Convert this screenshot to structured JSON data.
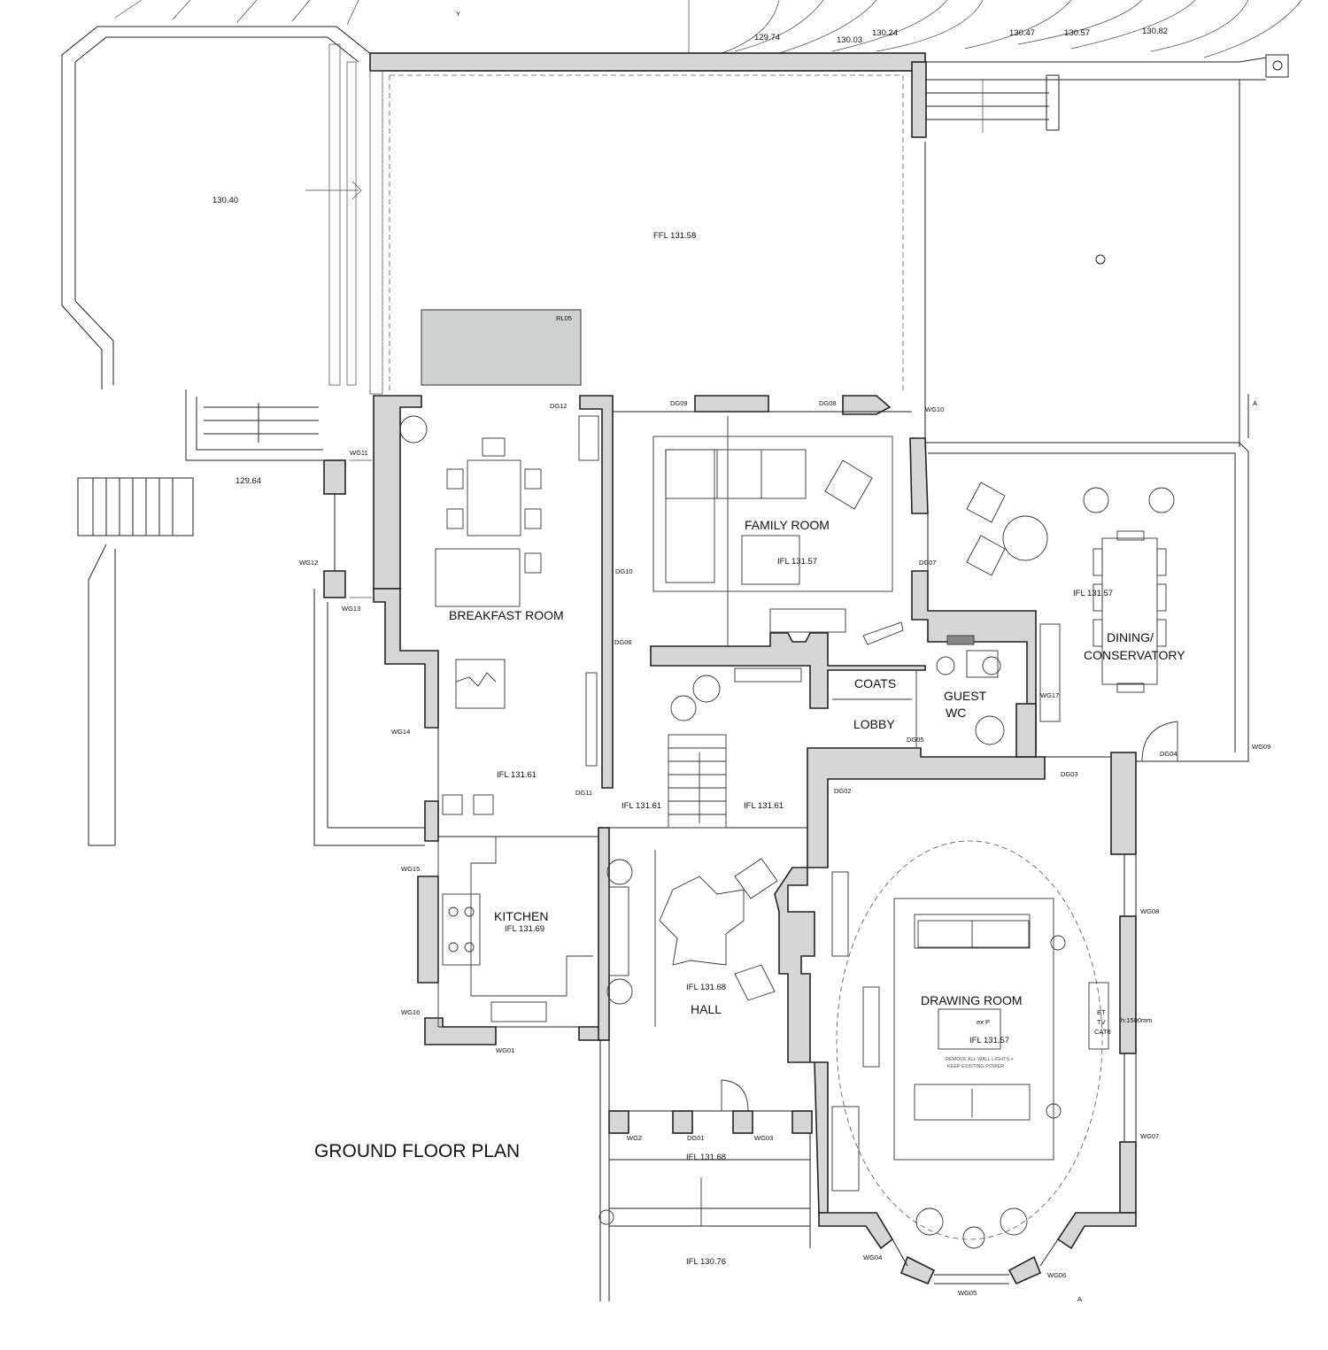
{
  "title": "GROUND FLOOR PLAN",
  "rooms": {
    "breakfast": "BREAKFAST ROOM",
    "family": "FAMILY ROOM",
    "dining_1": "DINING/",
    "dining_2": "CONSERVATORY",
    "kitchen": "KITCHEN",
    "hall": "HALL",
    "drawing": "DRAWING ROOM",
    "coats": "COATS",
    "lobby": "LOBBY",
    "guest_1": "GUEST",
    "guest_2": "WC"
  },
  "levels": {
    "ffl": "FFL 131.58",
    "family": "IFL 131.57",
    "dining": "IFL 131.57",
    "breakfast": "IFL 131.61",
    "hall_left": "IFL 131.61",
    "hall_right": "IFL 131.61",
    "kitchen": "IFL 131.69",
    "hall": "IFL 131.68",
    "drawing": "IFL 131.57",
    "porch": "IFL 131.68",
    "step": "IFL 130.76"
  },
  "spot_levels": {
    "garden": "130.40",
    "yard": "129.64",
    "t1": "129.74",
    "t2": "130.03",
    "t3": "130.24",
    "t4": "130.47",
    "t5": "130.57",
    "t6": "130.82"
  },
  "openings": [
    "DG12",
    "DG09",
    "DG08",
    "WG10",
    "WG11",
    "WG12",
    "WG13",
    "DG10",
    "DG06",
    "DG07",
    "DG05",
    "WG14",
    "WG15",
    "WG16",
    "WG01",
    "DG11",
    "DG02",
    "DG03",
    "DG04",
    "WG09",
    "WG17",
    "WG08",
    "WG07",
    "WG2",
    "DG01",
    "WG03",
    "WG04",
    "WG05",
    "WG06",
    "RL05"
  ],
  "section_marks": [
    "A",
    "A",
    "Y"
  ],
  "notes": {
    "ex_p": "ex P",
    "lights": "REMOVE ALL WALL LIGHTS +",
    "power": "KEEP EXISTING POWER",
    "tv_height": "h:1500mm",
    "bt": "BT",
    "tv": "TV",
    "cat6": "CAT6"
  },
  "colors": {
    "wall_fill": "#d6d6d6",
    "rooflight_fill": "#ccd3cd",
    "line": "#222222"
  }
}
